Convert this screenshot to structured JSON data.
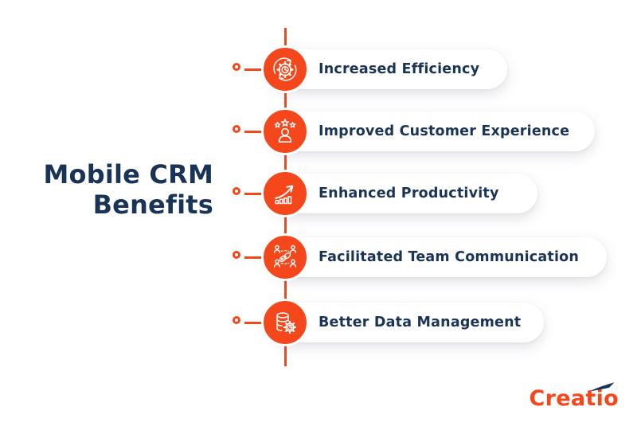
{
  "title": {
    "line1": "Mobile CRM",
    "line2": "Benefits"
  },
  "benefits": [
    {
      "label": "Increased Efficiency",
      "icon": "gear-clock-cycle-icon"
    },
    {
      "label": "Improved Customer Experience",
      "icon": "person-three-stars-icon"
    },
    {
      "label": "Enhanced Productivity",
      "icon": "growth-arrow-bars-icon"
    },
    {
      "label": "Facilitated Team Communication",
      "icon": "team-chat-network-icon"
    },
    {
      "label": "Better Data Management",
      "icon": "database-gear-pie-icon"
    }
  ],
  "branding": {
    "logo_text": "Creatio"
  },
  "colors": {
    "accent_orange": "#F4481C",
    "navy": "#1A3458",
    "background": "#FFFFFF",
    "card": "#FFFFFF"
  }
}
